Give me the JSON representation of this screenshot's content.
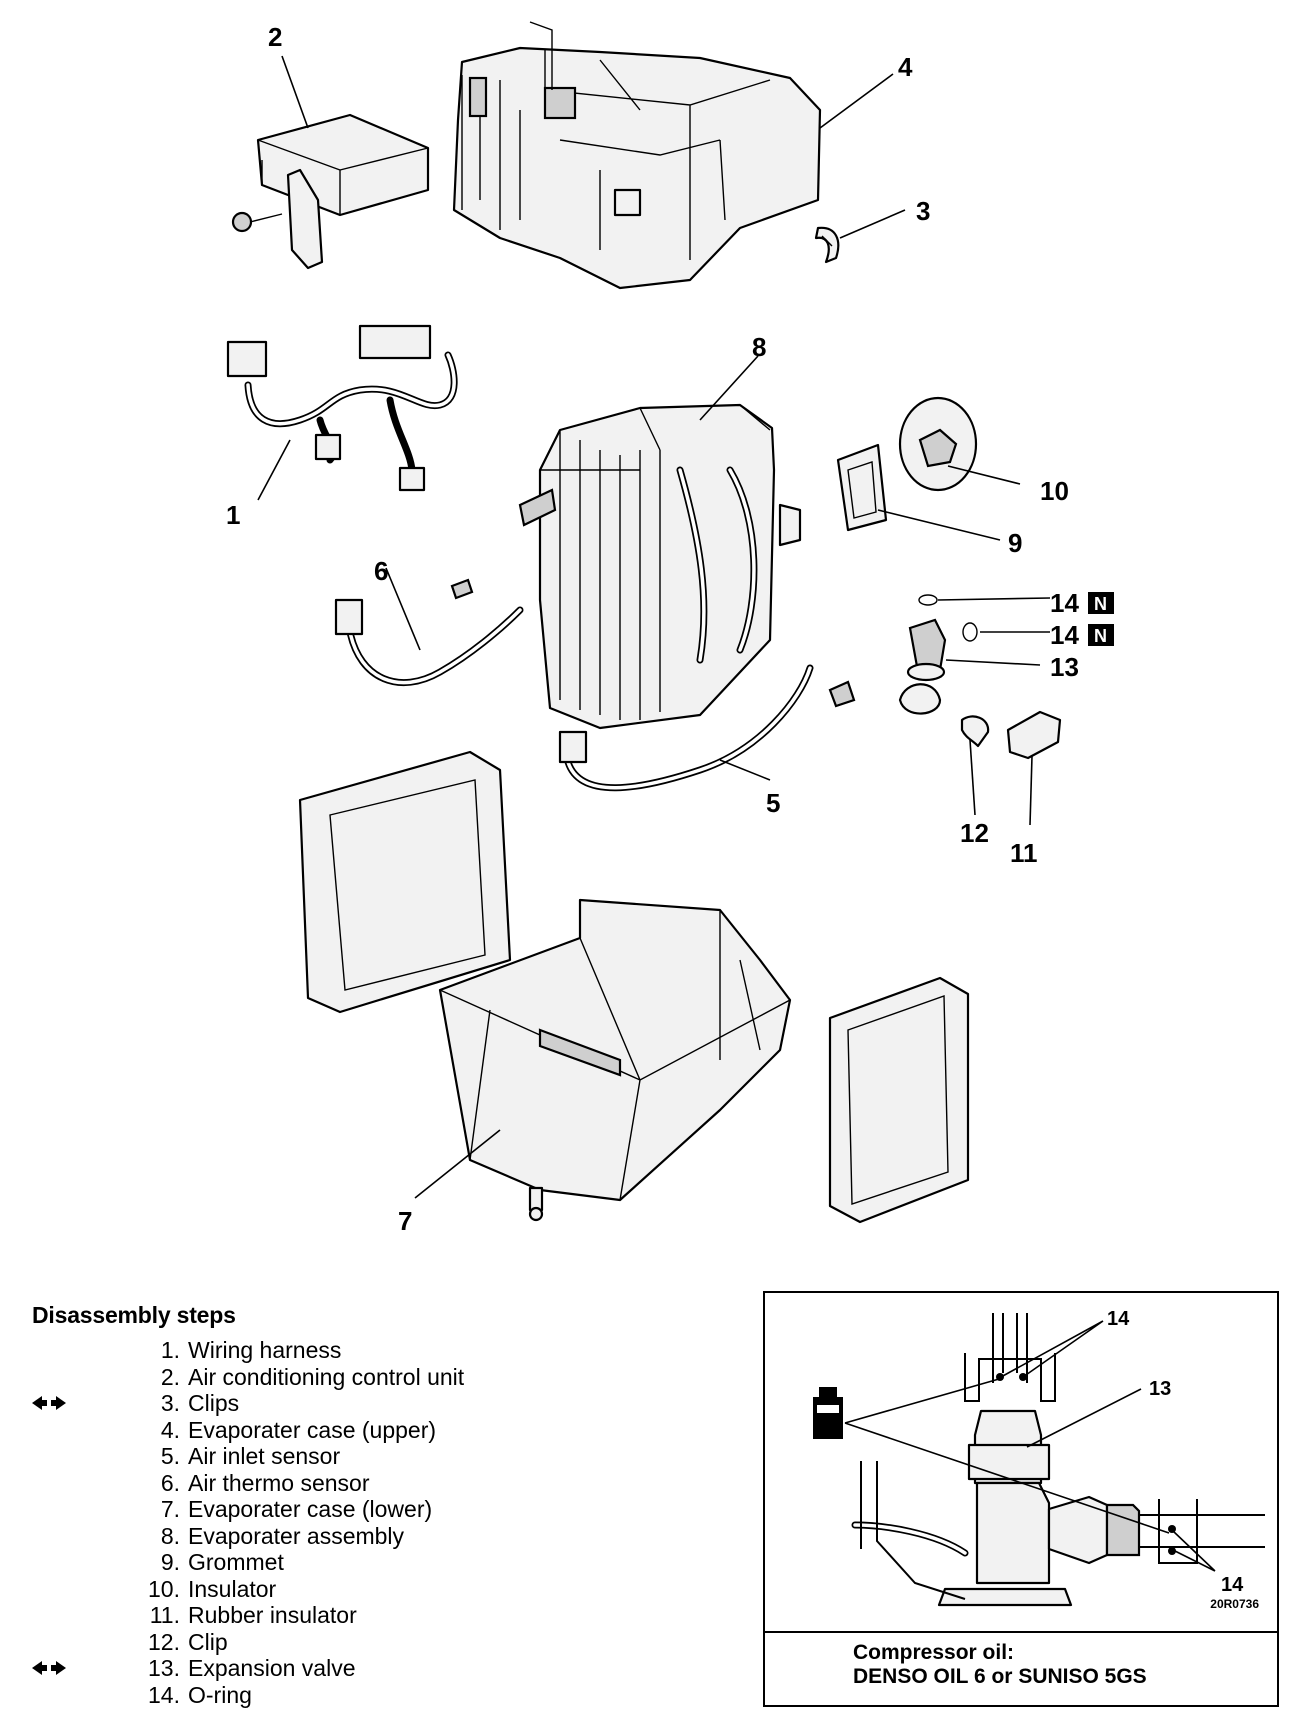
{
  "callouts": [
    {
      "id": "1",
      "label": "1"
    },
    {
      "id": "2",
      "label": "2"
    },
    {
      "id": "3",
      "label": "3"
    },
    {
      "id": "4",
      "label": "4"
    },
    {
      "id": "5",
      "label": "5"
    },
    {
      "id": "6",
      "label": "6"
    },
    {
      "id": "7",
      "label": "7"
    },
    {
      "id": "8",
      "label": "8"
    },
    {
      "id": "9",
      "label": "9"
    },
    {
      "id": "10",
      "label": "10"
    },
    {
      "id": "11",
      "label": "11"
    },
    {
      "id": "12",
      "label": "12"
    },
    {
      "id": "13",
      "label": "13"
    },
    {
      "id": "14a",
      "label": "14"
    },
    {
      "id": "14b",
      "label": "14"
    }
  ],
  "new_part_badge": "N",
  "steps": {
    "title": "Disassembly steps",
    "items": [
      {
        "num": "1.",
        "text": "Wiring harness",
        "marked": false
      },
      {
        "num": "2.",
        "text": "Air conditioning control unit",
        "marked": false
      },
      {
        "num": "3.",
        "text": "Clips",
        "marked": true
      },
      {
        "num": "4.",
        "text": "Evaporater case (upper)",
        "marked": false
      },
      {
        "num": "5.",
        "text": "Air inlet sensor",
        "marked": false
      },
      {
        "num": "6.",
        "text": "Air thermo sensor",
        "marked": false
      },
      {
        "num": "7.",
        "text": "Evaporater case (lower)",
        "marked": false
      },
      {
        "num": "8.",
        "text": "Evaporater assembly",
        "marked": false
      },
      {
        "num": "9.",
        "text": "Grommet",
        "marked": false
      },
      {
        "num": "10.",
        "text": "Insulator",
        "marked": false
      },
      {
        "num": "11.",
        "text": "Rubber insulator",
        "marked": false
      },
      {
        "num": "12.",
        "text": "Clip",
        "marked": false
      },
      {
        "num": "13.",
        "text": "Expansion valve",
        "marked": true
      },
      {
        "num": "14.",
        "text": "O-ring",
        "marked": false
      }
    ]
  },
  "inset": {
    "callout_14_top": "14",
    "callout_13": "13",
    "callout_14_bottom": "14",
    "figure_code": "20R0736",
    "caption_line1": "Compressor oil:",
    "caption_line2": "DENSO OIL 6 or SUNISO 5GS"
  }
}
